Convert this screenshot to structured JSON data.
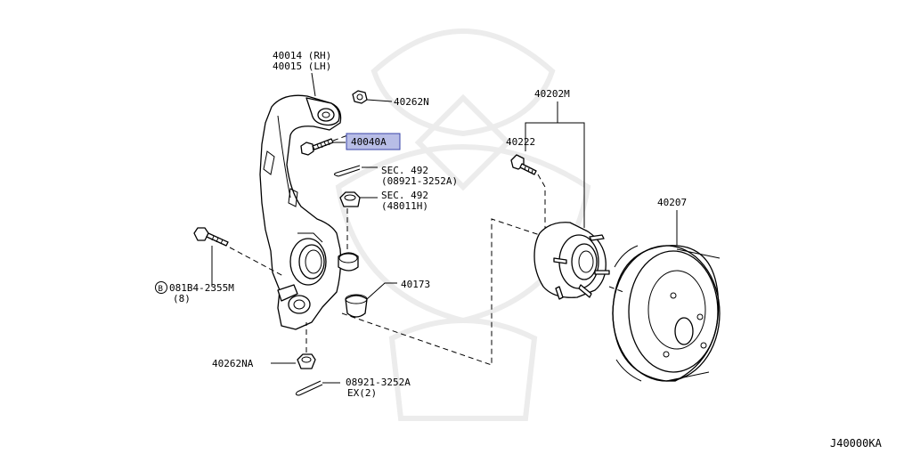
{
  "diagram_code": "J40000KA",
  "labels": {
    "knuckle_rh": "40014 (RH)",
    "knuckle_lh": "40015 (LH)",
    "nut_upper": "40262N",
    "bolt_highlighted": "40040A",
    "sec492_a": "SEC. 492",
    "sec492_a_sub": "(08921-3252A)",
    "sec492_b": "SEC. 492",
    "sec492_b_sub": "(48011H)",
    "bolt_081b4": "081B4-2355M",
    "bolt_081b4_qty": "(8)",
    "bolt_081b4_circle": "B",
    "bushing": "40173",
    "nut_lower": "40262NA",
    "pin_lower": "08921-3252A",
    "pin_lower_qty": "EX(2)",
    "hub_assembly": "40202M",
    "hub_bolt": "40222",
    "rotor": "40207"
  },
  "highlight_color": "#b8bde6"
}
